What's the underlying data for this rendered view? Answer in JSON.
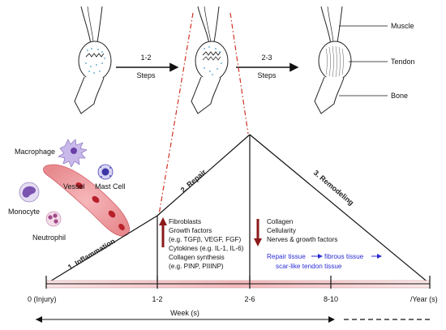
{
  "stages": {
    "step_1_2": "1-2",
    "step_2_3": "2-3",
    "steps_word": "Steps"
  },
  "tissue_labels": {
    "muscle": "Muscle",
    "tendon": "Tendon",
    "bone": "Bone"
  },
  "cells": {
    "macrophage": "Macrophage",
    "vessel": "Vessel",
    "mast_cell": "Mast Cell",
    "monocyte": "Monocyte",
    "neutrophil": "Neutrophil"
  },
  "phases": {
    "inflammation": "1. Inflammation",
    "repair": "2. Repair",
    "remodeling": "3. Remodeling"
  },
  "repair_factors": [
    "Fibroblasts",
    "Growth factors",
    "(e.g. TGFβ, VEGF, FGF)",
    "Cytokines (e.g. IL-1, IL-6)",
    "Collagen synthesis",
    "(e.g. PINP, PIIINP)"
  ],
  "remodeling_factors": [
    "Collagen",
    "Cellularity",
    "Nerves & growth factors"
  ],
  "tissue_transition": {
    "line1a": "Repair tissue",
    "line1b": "fibrous tissue",
    "line2": "scar-like tendon tissue"
  },
  "timeline": {
    "ticks": [
      "0 (Injury)",
      "1-2",
      "2-6",
      "8-10",
      "/Year (s)"
    ],
    "unit": "Week (s)"
  },
  "colors": {
    "arrow_up": "#8b1a1a",
    "arrow_down": "#8b1a1a",
    "dashed_apex": "#d0311f",
    "blue_text": "#2b2bd6"
  }
}
